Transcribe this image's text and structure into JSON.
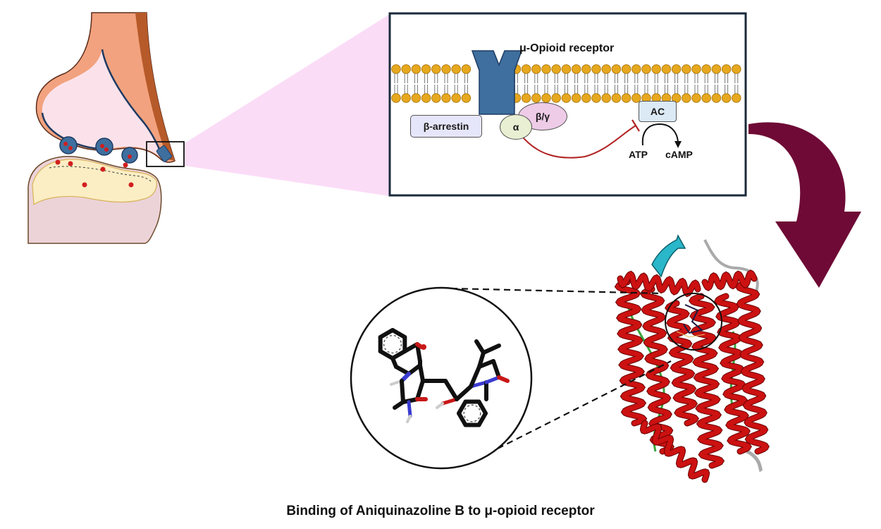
{
  "figure": {
    "caption": "Binding of Aniquinazoline B to μ-opioid receptor"
  },
  "inset": {
    "receptor_label": "μ-Opioid receptor",
    "arrestin_label": "β-arrestin",
    "alpha_label": "α",
    "beta_gamma_label": "β/γ",
    "ac_label": "AC",
    "atp_label": "ATP",
    "camp_label": "cAMP"
  },
  "colors": {
    "zoom_wedge": "#fbdcf7",
    "receptor": "#3e6f9e",
    "lipid_head": "#e6a81e",
    "inhibition_line": "#b22222",
    "big_arrow": "#6e0a35",
    "protein_helix": "#cc1111",
    "protein_sheet": "#2ab7c9",
    "protein_coil": "#3aa53a",
    "neuron_axon": "#f2a27e",
    "neuron_terminal": "#fbe2ea",
    "dendrite_body": "#ecd3d8",
    "vesicle": "#3e6f9e",
    "neurotransmitter": "#d11f1f"
  },
  "icons": {
    "synapse": "synapse-illustration",
    "receptor": "receptor-icon",
    "molecule": "ligand-structure",
    "protein": "protein-ribbon-structure",
    "arrow": "curved-arrow"
  }
}
